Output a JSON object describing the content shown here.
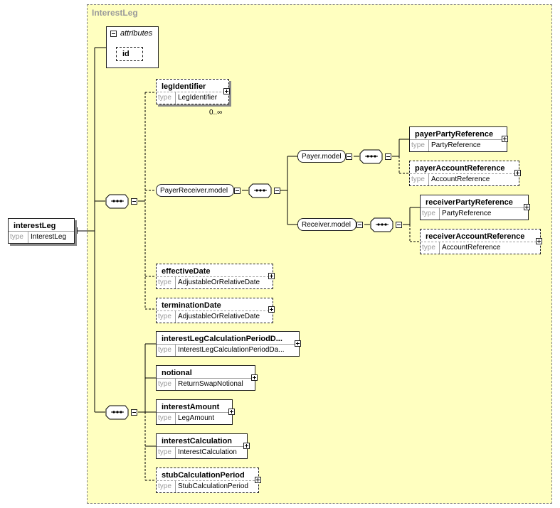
{
  "group": {
    "title": "InterestLeg"
  },
  "attributes": {
    "title": "attributes",
    "items": [
      "id"
    ]
  },
  "root": {
    "name": "interestLeg",
    "type_key": "type",
    "type": "InterestLeg"
  },
  "models": {
    "payer_receiver": "PayerReceiver.model",
    "payer": "Payer.model",
    "receiver": "Receiver.model"
  },
  "occurrence": {
    "leg_identifier": "0..∞"
  },
  "elements": {
    "leg_identifier": {
      "name": "legIdentifier",
      "type_key": "type",
      "type": "LegIdentifier"
    },
    "payer_party_reference": {
      "name": "payerPartyReference",
      "type_key": "type",
      "type": "PartyReference"
    },
    "payer_account_reference": {
      "name": "payerAccountReference",
      "type_key": "type",
      "type": "AccountReference"
    },
    "receiver_party_reference": {
      "name": "receiverPartyReference",
      "type_key": "type",
      "type": "PartyReference"
    },
    "receiver_account_reference": {
      "name": "receiverAccountReference",
      "type_key": "type",
      "type": "AccountReference"
    },
    "effective_date": {
      "name": "effectiveDate",
      "type_key": "type",
      "type": "AdjustableOrRelativeDate"
    },
    "termination_date": {
      "name": "terminationDate",
      "type_key": "type",
      "type": "AdjustableOrRelativeDate"
    },
    "interest_leg_calculation_period_dates": {
      "name": "interestLegCalculationPeriodD...",
      "type_key": "type",
      "type": "InterestLegCalculationPeriodDa..."
    },
    "notional": {
      "name": "notional",
      "type_key": "type",
      "type": "ReturnSwapNotional"
    },
    "interest_amount": {
      "name": "interestAmount",
      "type_key": "type",
      "type": "LegAmount"
    },
    "interest_calculation": {
      "name": "interestCalculation",
      "type_key": "type",
      "type": "InterestCalculation"
    },
    "stub_calculation_period": {
      "name": "stubCalculationPeriod",
      "type_key": "type",
      "type": "StubCalculationPeriod"
    }
  }
}
